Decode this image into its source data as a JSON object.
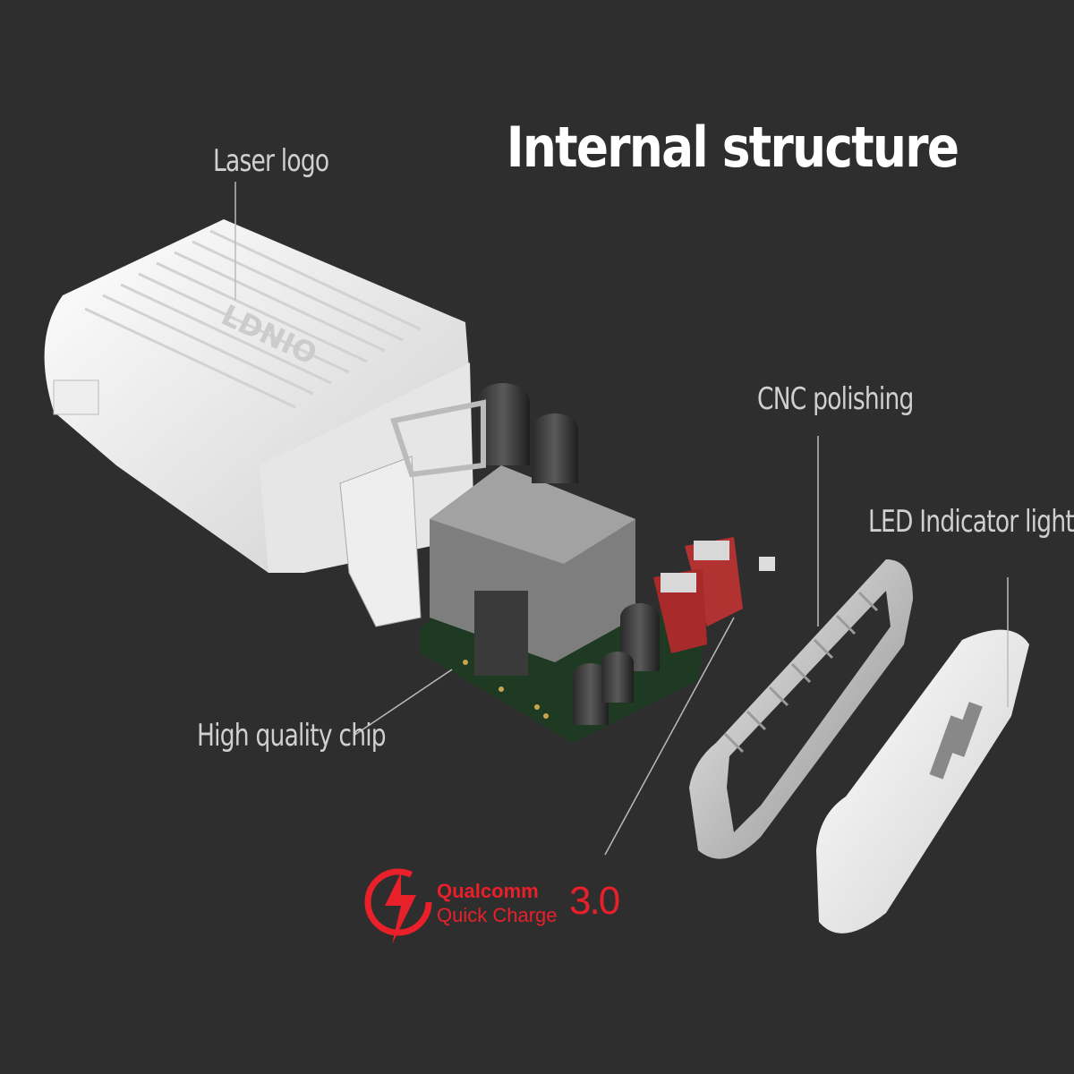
{
  "title": "Internal structure",
  "callouts": {
    "laser_logo": "Laser logo",
    "cnc_polishing": "CNC polishing",
    "led_indicator": "LED Indicator light",
    "chip": "High quality chip"
  },
  "product": {
    "brand_on_case": "LDNIO"
  },
  "badge": {
    "brand": "Qualcomm",
    "product": "Quick Charge",
    "version": "3.0"
  },
  "colors": {
    "background": "#2e2e2e",
    "accent": "#e8202a",
    "pcb": "#1f3a22"
  }
}
